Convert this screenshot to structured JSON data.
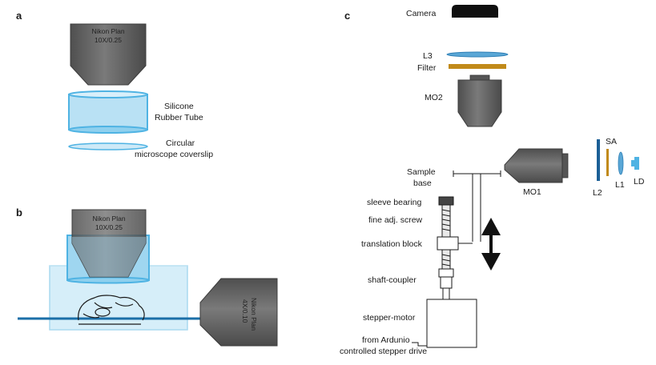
{
  "panels": {
    "a": {
      "letter": "a",
      "objective_line1": "Nikon Plan",
      "objective_line2": "10X/0.25",
      "tube_line1": "Silicone",
      "tube_line2": "Rubber Tube",
      "coverslip_line1": "Circular",
      "coverslip_line2": "microscope coverslip"
    },
    "b": {
      "letter": "b",
      "objective_line1": "Nikon Plan",
      "objective_line2": "10X/0.25",
      "side_objective_line1": "Nikon Plan",
      "side_objective_line2": "4X/0.10"
    },
    "c": {
      "letter": "c",
      "camera": "Camera",
      "l3": "L3",
      "filter": "Filter",
      "mo2": "MO2",
      "sample_base_line1": "Sample",
      "sample_base_line2": "base",
      "mo1": "MO1",
      "sa": "SA",
      "l1": "L1",
      "l2": "L2",
      "ld": "LD",
      "sleeve_bearing": "sleeve bearing",
      "fine_adj_screw": "fine adj. screw",
      "translation_block": "translation block",
      "shaft_coupler": "shaft-coupler",
      "stepper_motor": "stepper-motor",
      "from_arduino_line1": "from Ardunio",
      "from_arduino_line2": "controlled stepper drive"
    }
  },
  "colors": {
    "objective_gray": "#646464",
    "tube_blue": "#8fd0ee",
    "tube_edge": "#4fb3e3",
    "water_blue": "#cde9f7",
    "fiber_blue": "#1b6fa8",
    "filter_gold": "#c18a1a",
    "lens_blue": "#5aa7d6"
  }
}
